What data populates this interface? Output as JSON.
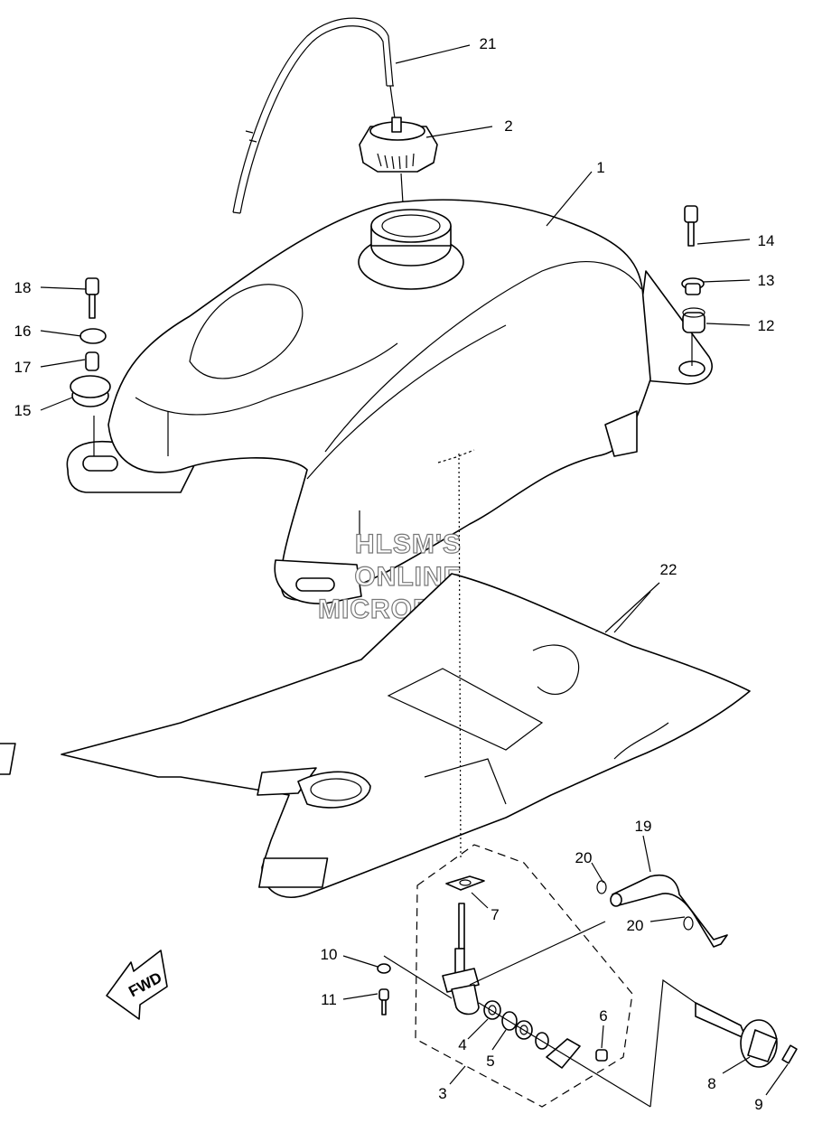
{
  "callouts": [
    {
      "id": "21",
      "text": "21"
    },
    {
      "id": "2",
      "text": "2"
    },
    {
      "id": "1",
      "text": "1"
    },
    {
      "id": "14",
      "text": "14"
    },
    {
      "id": "13",
      "text": "13"
    },
    {
      "id": "12",
      "text": "12"
    },
    {
      "id": "18",
      "text": "18"
    },
    {
      "id": "16",
      "text": "16"
    },
    {
      "id": "17",
      "text": "17"
    },
    {
      "id": "15",
      "text": "15"
    },
    {
      "id": "22",
      "text": "22"
    },
    {
      "id": "19",
      "text": "19"
    },
    {
      "id": "20a",
      "text": "20"
    },
    {
      "id": "20b",
      "text": "20"
    },
    {
      "id": "7",
      "text": "7"
    },
    {
      "id": "10",
      "text": "10"
    },
    {
      "id": "11",
      "text": "11"
    },
    {
      "id": "6",
      "text": "6"
    },
    {
      "id": "4",
      "text": "4"
    },
    {
      "id": "5",
      "text": "5"
    },
    {
      "id": "3",
      "text": "3"
    },
    {
      "id": "8",
      "text": "8"
    },
    {
      "id": "9",
      "text": "9"
    }
  ],
  "watermark": {
    "line1": "HLSM'S",
    "line2": "ONLINE",
    "line3": "MICROFICHE"
  },
  "fwd_label": "FWD",
  "colors": {
    "ink": "#000000",
    "paper": "#ffffff",
    "watermark_outline": "#777777"
  }
}
